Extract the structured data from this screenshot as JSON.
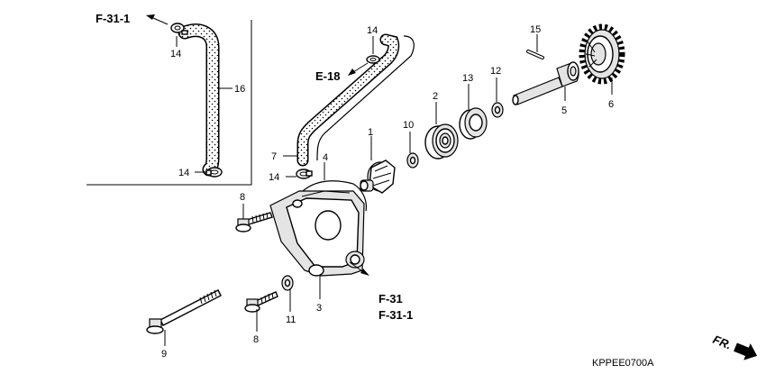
{
  "diagram_code": "KPPEE0700A",
  "direction_label": "FR.",
  "references": {
    "top_left": "F-31-1",
    "upper_mid": "E-18",
    "pump_out_1": "F-31",
    "pump_out_2": "F-31-1"
  },
  "callouts": {
    "c1": "1",
    "c2": "2",
    "c3": "3",
    "c4": "4",
    "c5": "5",
    "c6": "6",
    "c7": "7",
    "c8a": "8",
    "c8b": "8",
    "c9": "9",
    "c10": "10",
    "c11": "11",
    "c12": "12",
    "c13": "13",
    "c14a": "14",
    "c14b": "14",
    "c14c": "14",
    "c14d": "14",
    "c15": "15",
    "c16": "16"
  }
}
